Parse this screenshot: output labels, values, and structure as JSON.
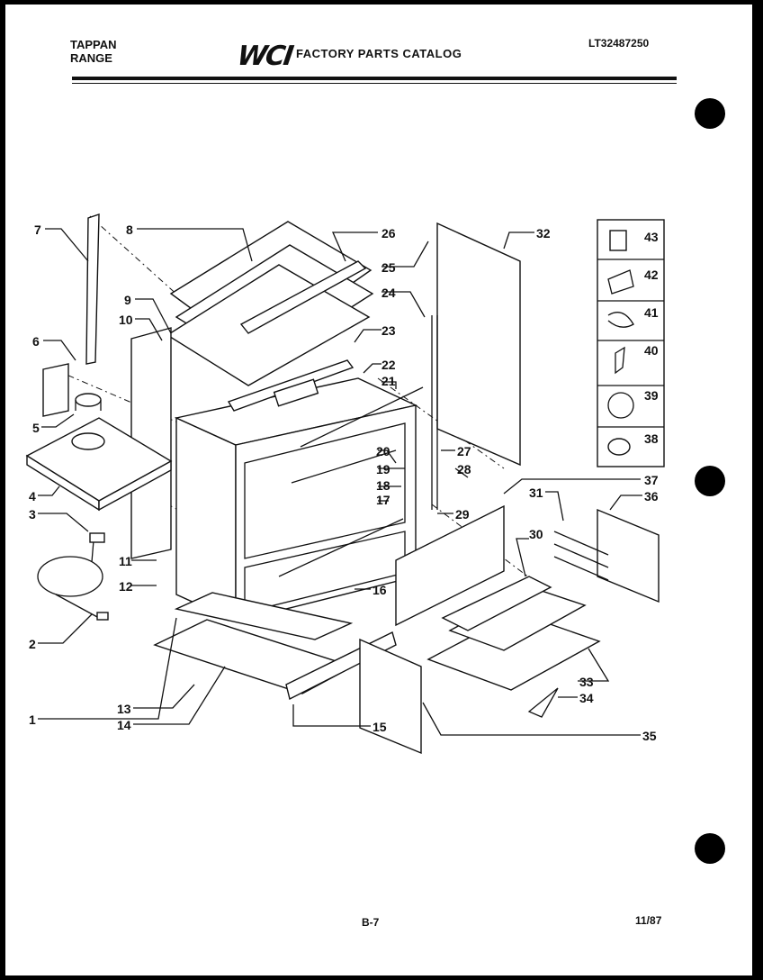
{
  "header": {
    "brand_line1": "TAPPAN",
    "brand_line2": "RANGE",
    "logo": "WCI",
    "catalog_title": "FACTORY PARTS CATALOG",
    "model_number": "LT32487250"
  },
  "footer": {
    "page_number": "B-7",
    "date": "11/87"
  },
  "callouts": [
    "1",
    "2",
    "3",
    "4",
    "5",
    "6",
    "7",
    "8",
    "9",
    "10",
    "11",
    "12",
    "13",
    "14",
    "15",
    "16",
    "17",
    "18",
    "19",
    "20",
    "21",
    "22",
    "23",
    "24",
    "25",
    "26",
    "27",
    "28",
    "29",
    "30",
    "31",
    "32",
    "33",
    "34",
    "35",
    "36",
    "37",
    "38",
    "39",
    "40",
    "41",
    "42",
    "43"
  ],
  "inset_parts": [
    "43",
    "42",
    "41",
    "40",
    "39",
    "38"
  ]
}
